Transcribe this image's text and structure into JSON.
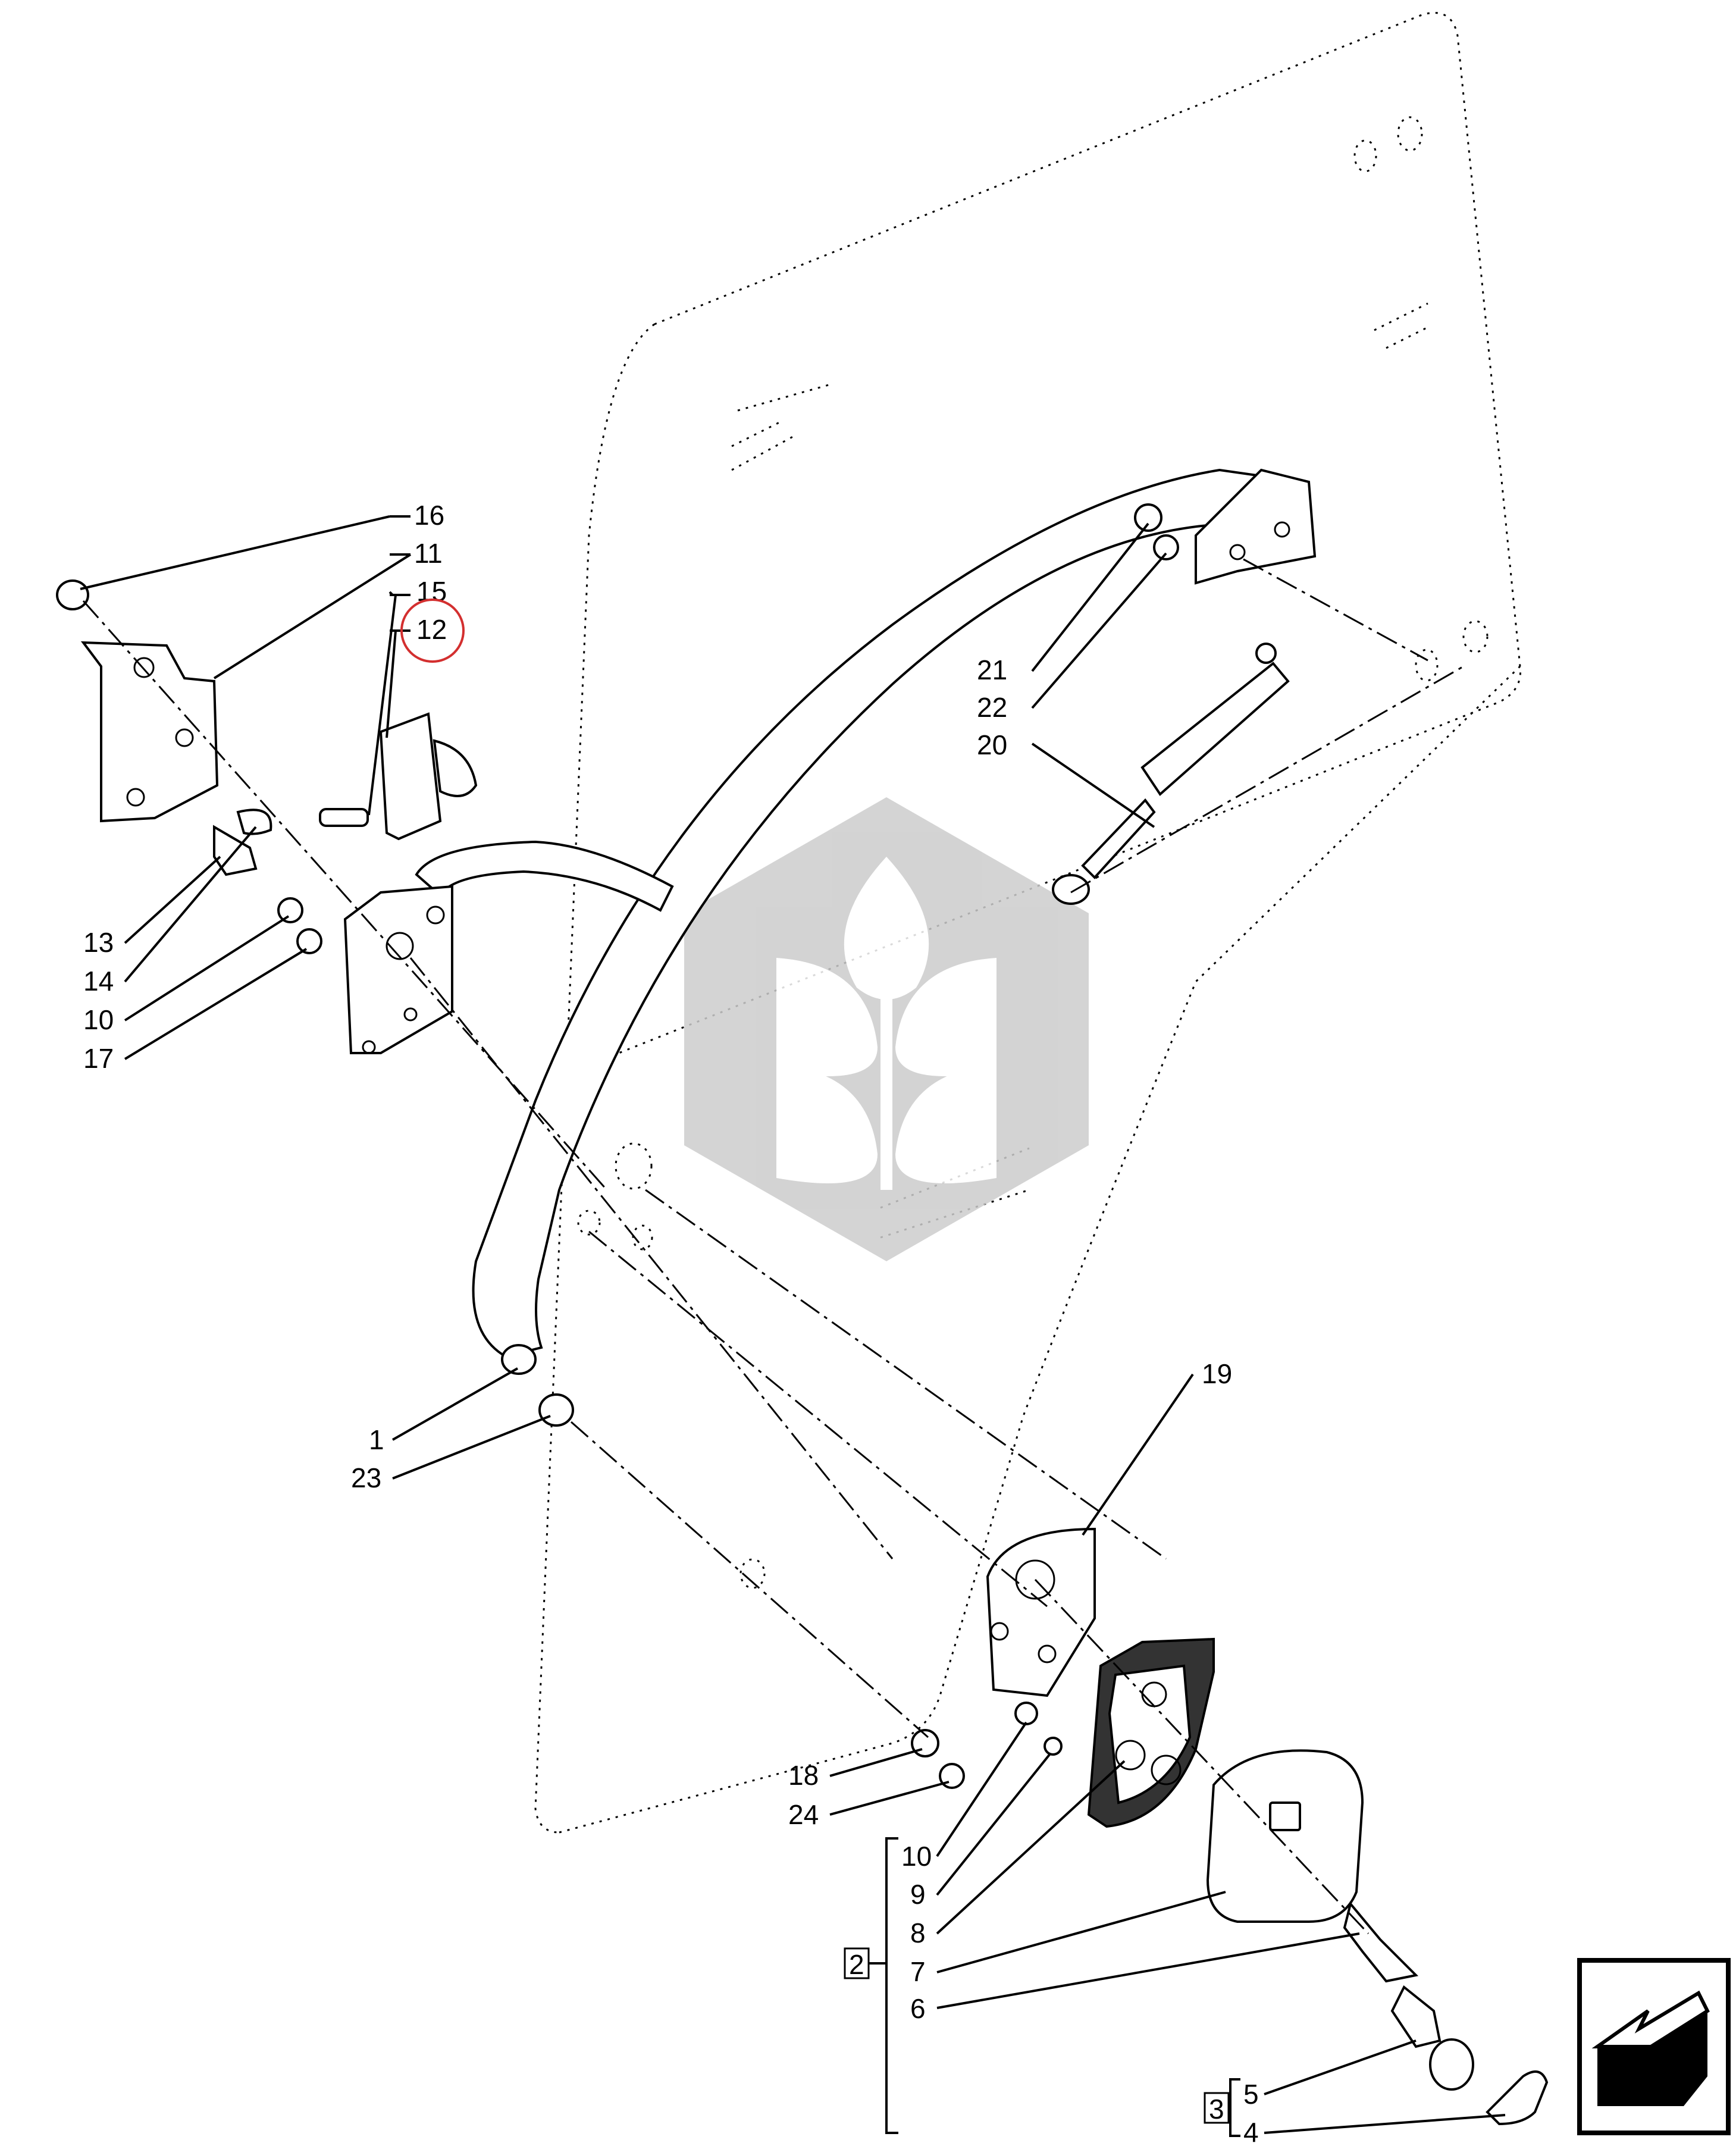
{
  "callouts": {
    "c16": "16",
    "c11": "11",
    "c15": "15",
    "c12": "12",
    "c13": "13",
    "c14": "14",
    "c10a": "10",
    "c17": "17",
    "c21": "21",
    "c22": "22",
    "c20": "20",
    "c1": "1",
    "c23": "23",
    "c19": "19",
    "c18": "18",
    "c24": "24",
    "c10b": "10",
    "c9": "9",
    "c8": "8",
    "c7": "7",
    "c6": "6",
    "c5": "5",
    "c4": "4"
  },
  "groups": {
    "g2": "2",
    "g3": "3"
  },
  "highlight": {
    "target": "12",
    "color": "#d32f2f"
  },
  "watermark": {
    "icon": "wheat-leaf-icon",
    "color": "#cccccc"
  },
  "nav": {
    "icon": "direction-arrow-icon"
  }
}
